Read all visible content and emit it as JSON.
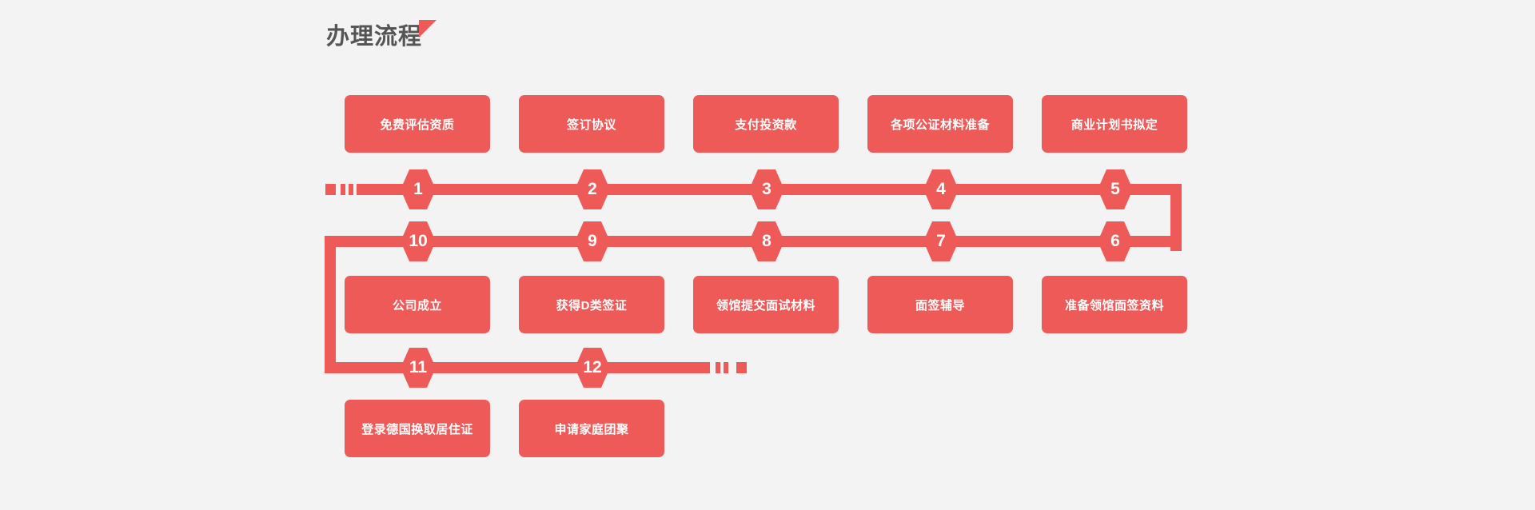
{
  "page": {
    "background_color": "#f3f3f3",
    "accent_color": "#ee5a58",
    "title_color": "#555555"
  },
  "header": {
    "title": "办理流程",
    "decoration": "red-triangle"
  },
  "flow": {
    "row1": {
      "boxes": [
        {
          "label": "免费评估资质"
        },
        {
          "label": "签订协议"
        },
        {
          "label": "支付投资款"
        },
        {
          "label": "各项公证材料准备"
        },
        {
          "label": "商业计划书拟定"
        }
      ],
      "steps": [
        {
          "number": "1"
        },
        {
          "number": "2"
        },
        {
          "number": "3"
        },
        {
          "number": "4"
        },
        {
          "number": "5"
        }
      ]
    },
    "row2": {
      "steps": [
        {
          "number": "10"
        },
        {
          "number": "9"
        },
        {
          "number": "8"
        },
        {
          "number": "7"
        },
        {
          "number": "6"
        }
      ],
      "boxes": [
        {
          "label": "公司成立"
        },
        {
          "label": "获得D类签证"
        },
        {
          "label": "领馆提交面试材料"
        },
        {
          "label": "面签辅导"
        },
        {
          "label": "准备领馆面签资料"
        }
      ]
    },
    "row3": {
      "steps": [
        {
          "number": "11"
        },
        {
          "number": "12"
        }
      ],
      "boxes": [
        {
          "label": "登录德国换取居住证"
        },
        {
          "label": "申请家庭团聚"
        }
      ]
    }
  }
}
